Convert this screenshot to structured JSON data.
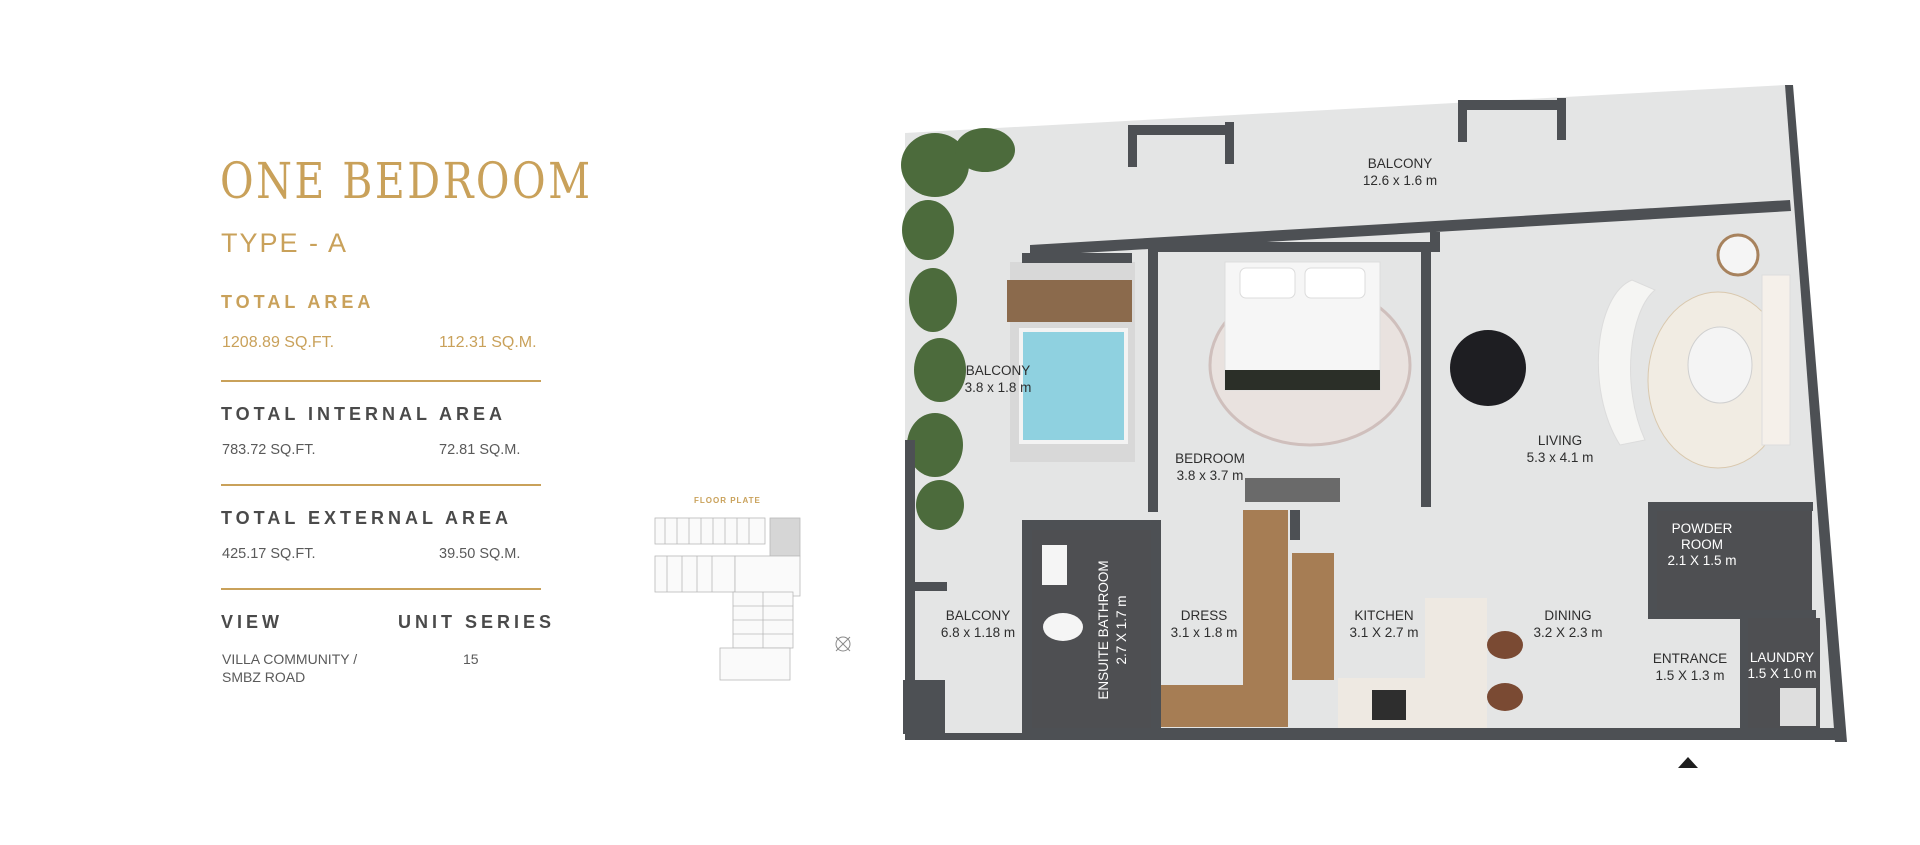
{
  "unit": {
    "title": "ONE BEDROOM",
    "subtitle": "TYPE - A"
  },
  "areas": {
    "total": {
      "heading": "TOTAL AREA",
      "sqft": "1208.89 SQ.FT.",
      "sqm": "112.31 SQ.M."
    },
    "internal": {
      "heading": "TOTAL INTERNAL AREA",
      "sqft": "783.72 SQ.FT.",
      "sqm": "72.81 SQ.M."
    },
    "external": {
      "heading": "TOTAL EXTERNAL AREA",
      "sqft": "425.17 SQ.FT.",
      "sqm": "39.50 SQ.M."
    }
  },
  "view": {
    "heading": "VIEW",
    "value_line1": "VILLA COMMUNITY /",
    "value_line2": "SMBZ ROAD"
  },
  "unit_series": {
    "heading": "UNIT SERIES",
    "value": "15"
  },
  "floor_plate": {
    "label": "FLOOR PLATE"
  },
  "rooms": {
    "balcony_top": {
      "name": "BALCONY",
      "size": "12.6 x 1.6 m"
    },
    "balcony_pool": {
      "name": "BALCONY",
      "size": "3.8 x 1.8 m"
    },
    "bedroom": {
      "name": "BEDROOM",
      "size": "3.8 x 3.7 m"
    },
    "living": {
      "name": "LIVING",
      "size": "5.3 x 4.1 m"
    },
    "powder_room": {
      "name_line1": "POWDER",
      "name_line2": "ROOM",
      "size": "2.1 X 1.5 m"
    },
    "balcony_bottom": {
      "name": "BALCONY",
      "size": "6.8 x 1.18 m"
    },
    "ensuite": {
      "name": "ENSUITE BATHROOM",
      "size": "2.7 X 1.7 m"
    },
    "dress": {
      "name": "DRESS",
      "size": "3.1 x 1.8 m"
    },
    "kitchen": {
      "name": "KITCHEN",
      "size": "3.1 X 2.7 m"
    },
    "dining": {
      "name": "DINING",
      "size": "3.2 X 2.3 m"
    },
    "entrance": {
      "name": "ENTRANCE",
      "size": "1.5 X 1.3 m"
    },
    "laundry": {
      "name": "LAUNDRY",
      "size": "1.5 X 1.0 m"
    }
  },
  "colors": {
    "accent_gold": "#c9a15a",
    "wall": "#4d5054",
    "floor": "#e4e5e5",
    "text_grey": "#5a5a5a"
  }
}
